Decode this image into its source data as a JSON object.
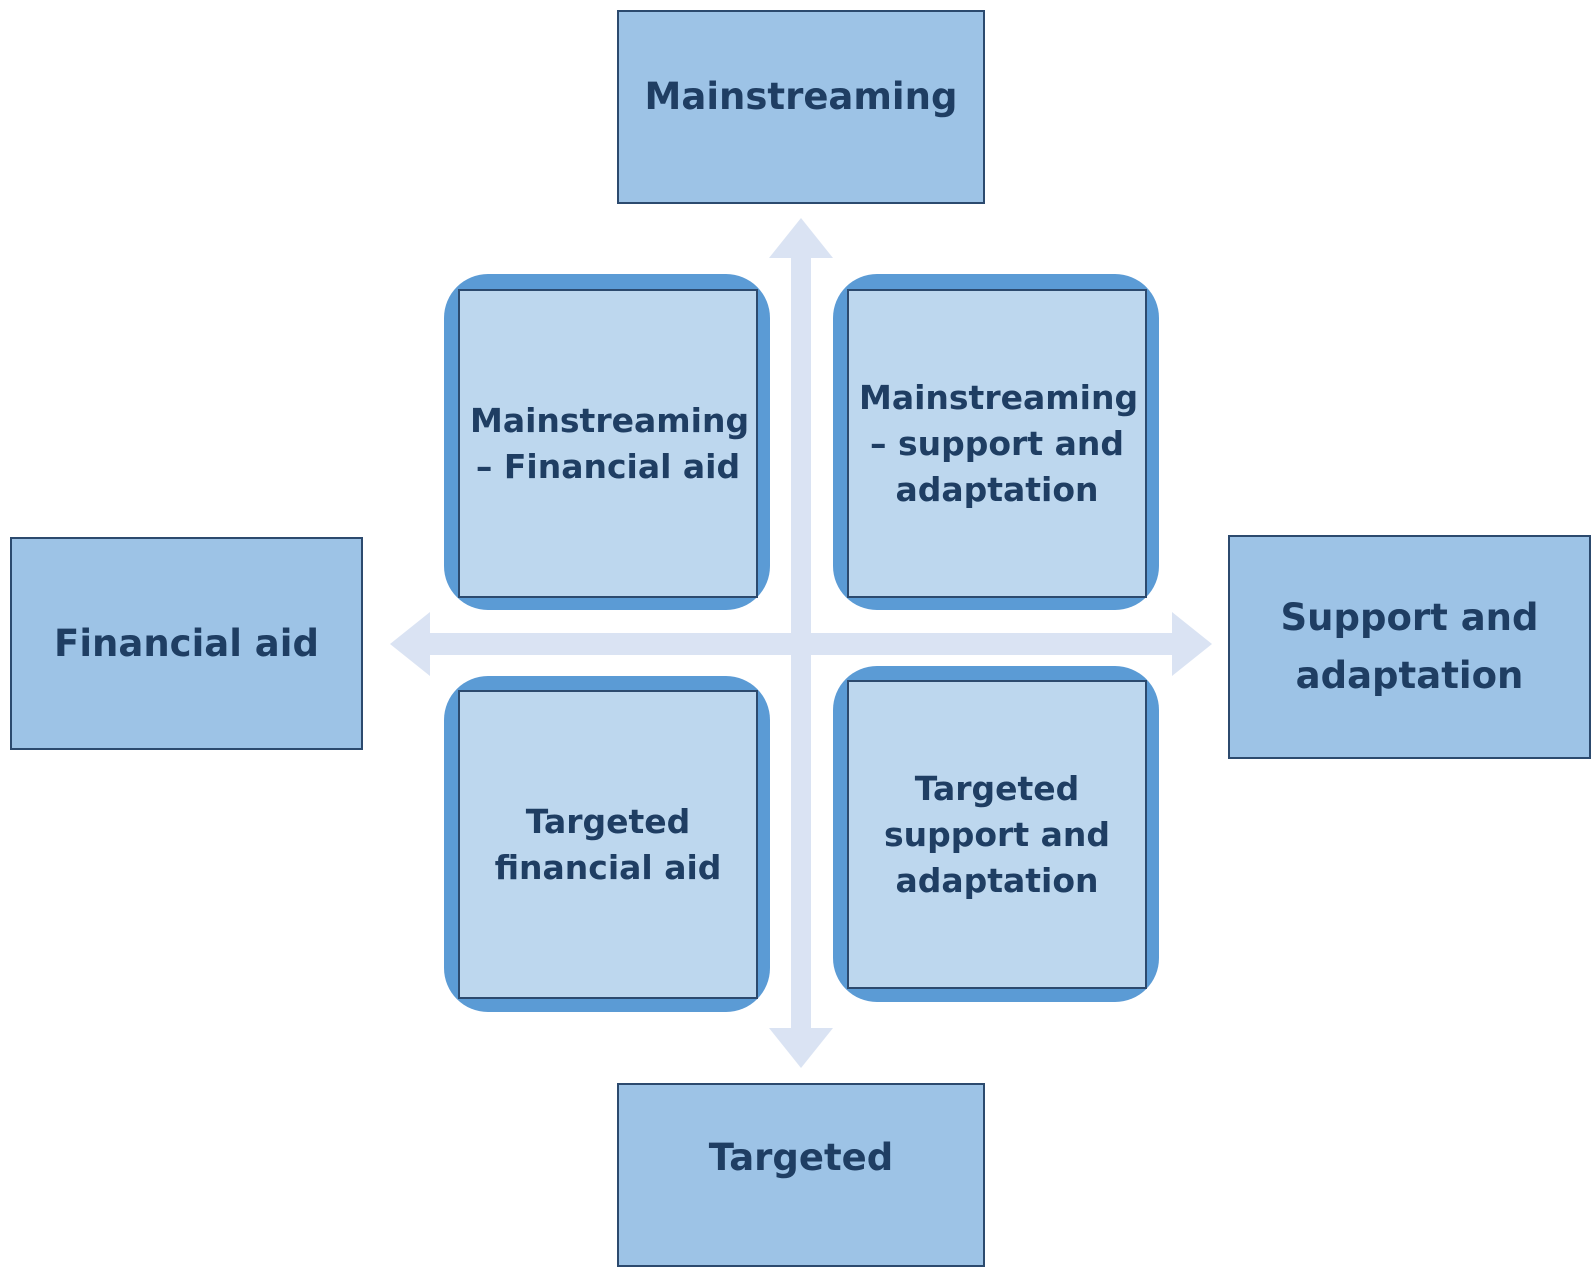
{
  "axes": {
    "top": "Mainstreaming",
    "bottom": "Targeted",
    "left": "Financial aid",
    "right": "Support and adaptation"
  },
  "quadrants": {
    "top_left": "Mainstreaming – Financial aid",
    "top_right": "Mainstreaming – support and adaptation",
    "bottom_left": "Targeted financial aid",
    "bottom_right": "Targeted support and adaptation"
  },
  "colors": {
    "axis_box_fill": "#9dc3e6",
    "quadrant_fill": "#bdd7ee",
    "quadrant_shadow": "#5b9bd5",
    "arrow": "#dae3f3",
    "border": "#2c4a6e",
    "text": "#1f3e63"
  }
}
